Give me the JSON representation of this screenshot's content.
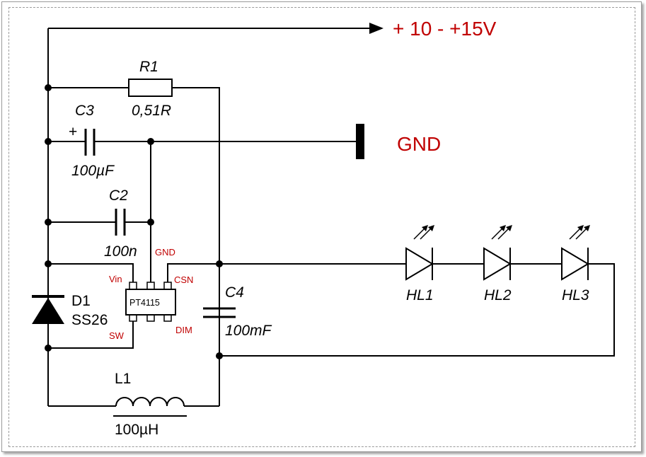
{
  "supply": {
    "label": "+ 10 - +15V",
    "color": "#c00000"
  },
  "ground": {
    "label": "GND",
    "color": "#c00000"
  },
  "r1": {
    "ref": "R1",
    "value": "0,51R"
  },
  "c3": {
    "ref": "C3",
    "value": "100µF",
    "polarity": "+"
  },
  "c2": {
    "ref": "C2",
    "value": "100n"
  },
  "c4": {
    "ref": "C4",
    "value": "100mF"
  },
  "d1": {
    "ref": "D1",
    "value": "SS26"
  },
  "l1": {
    "ref": "L1",
    "value": "100µH"
  },
  "ic": {
    "name": "PT4115",
    "pins": {
      "vin": "Vin",
      "sw": "SW",
      "gnd": "GND",
      "csn": "CSN",
      "dim": "DIM"
    }
  },
  "leds": [
    {
      "ref": "HL1"
    },
    {
      "ref": "HL2"
    },
    {
      "ref": "HL3"
    }
  ]
}
